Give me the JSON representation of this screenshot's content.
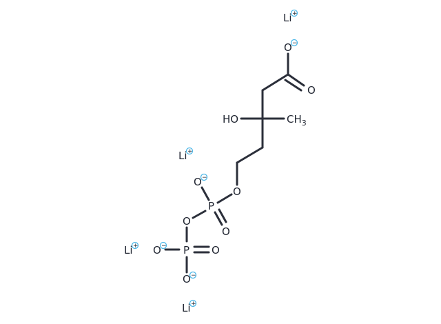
{
  "colors": {
    "bond": "#2b2f3a",
    "text": "#1f2430",
    "charge_ring": "#4db8e8"
  },
  "structure": {
    "atoms": [
      {
        "id": "li1",
        "element": "Li",
        "charge": "+"
      },
      {
        "id": "li2",
        "element": "Li",
        "charge": "+"
      },
      {
        "id": "li3",
        "element": "Li",
        "charge": "+"
      },
      {
        "id": "li4",
        "element": "Li",
        "charge": "+"
      },
      {
        "id": "o_carb_minus",
        "element": "O",
        "charge": "−"
      },
      {
        "id": "o_carb_dbl",
        "element": "O"
      },
      {
        "id": "oh",
        "element": "HO"
      },
      {
        "id": "ch3",
        "element": "CH3"
      },
      {
        "id": "o_ester",
        "element": "O"
      },
      {
        "id": "p1",
        "element": "P"
      },
      {
        "id": "o_p1_minus",
        "element": "O",
        "charge": "−"
      },
      {
        "id": "o_p1_dbl",
        "element": "O"
      },
      {
        "id": "o_bridge",
        "element": "O"
      },
      {
        "id": "p2",
        "element": "P"
      },
      {
        "id": "o_p2_left_minus",
        "element": "O",
        "charge": "−"
      },
      {
        "id": "o_p2_dbl",
        "element": "O"
      },
      {
        "id": "o_p2_bot_minus",
        "element": "O",
        "charge": "−"
      }
    ]
  }
}
